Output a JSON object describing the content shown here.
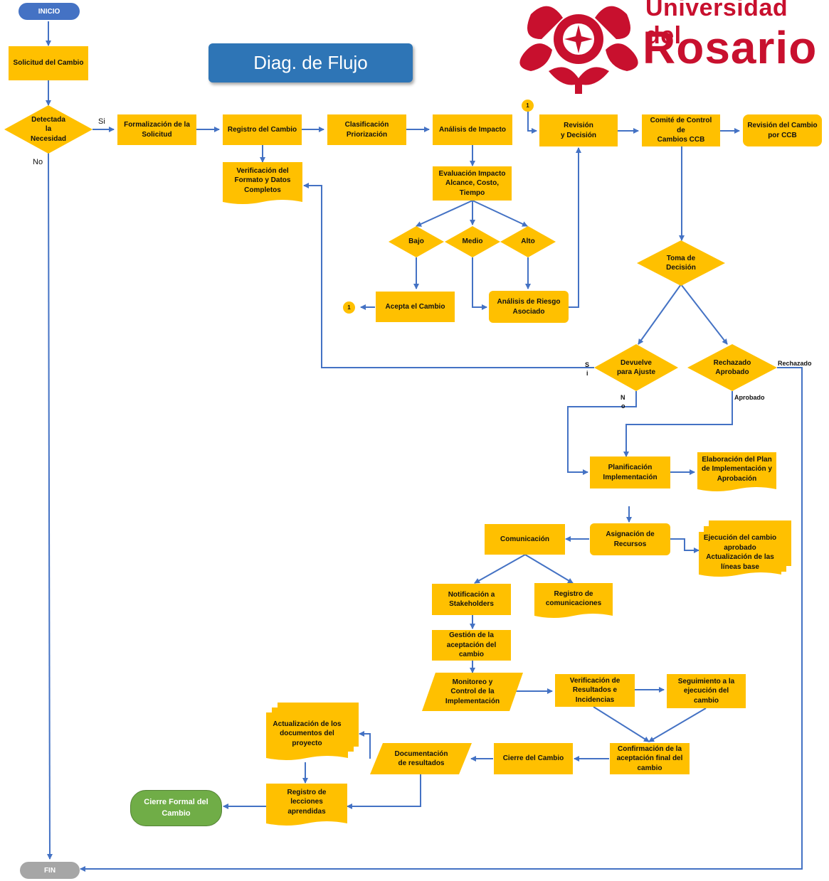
{
  "title": "Diag. de Flujo",
  "logo": {
    "line1": "Universidad del",
    "line2": "Rosario",
    "color": "#C8102E"
  },
  "colors": {
    "node": "#FFC000",
    "arrow": "#4472C4",
    "banner": "#2E75B6",
    "start": "#4472C4",
    "end": "#A6A6A6",
    "final": "#70AD47"
  },
  "terminals": {
    "start": "INICIO",
    "end": "FIN"
  },
  "nodes": {
    "solicitud": "Solicitud del Cambio",
    "detectada": "Detectada\nla\nNecesidad",
    "formalizacion": "Formalización de la\nSolicitud",
    "registro": "Registro del Cambio",
    "clasificacion": "Clasificación\nPriorización",
    "analisis_impacto": "Análisis de Impacto",
    "revision_decision": "Revisión\ny Decisión",
    "comite": "Comité de Control de\nCambios CCB",
    "revision_ccb": "Revisión del Cambio\npor  CCB",
    "verificacion_formato": "Verificación  del\nFormato y Datos\nCompletos",
    "evaluacion": "Evaluación Impacto\nAlcance, Costo,\nTiempo",
    "bajo": "Bajo",
    "medio": "Medio",
    "alto": "Alto",
    "acepta": "Acepta el Cambio",
    "riesgo": "Análisis de Riesgo\nAsociado",
    "toma_decision": "Toma de\nDecisión",
    "devuelve": "Devuelve\npara Ajuste",
    "rechazado_aprobado": "Rechazado\nAprobado",
    "planificacion": "Planificación\nImplementación",
    "elaboracion": "Elaboración del Plan\nde Implementación y\nAprobación",
    "asignacion": "Asignación de\nRecursos",
    "comunicacion": "Comunicación",
    "ejecucion": "Ejecución del cambio\naprobado\nActualización de las\nlíneas base",
    "notificacion": "Notificación a\nStakeholders",
    "registro_com": "Registro de\ncomunicaciones",
    "gestion": "Gestión de la\naceptación del cambio",
    "monitoreo": "Monitoreo y\nControl de la\nImplementación",
    "verificacion_resultados": "Verificación de\nResultados e\nIncidencias",
    "seguimiento": "Seguimiento a la\nejecución del cambio",
    "confirmacion": "Confirmación de la\naceptación final del\ncambio",
    "cierre": "Cierre del Cambio",
    "documentacion": "Documentación\nde resultados",
    "actualizacion": "Actualización de los\ndocumentos del\nproyecto",
    "lecciones": "Registro de lecciones\naprendidas",
    "cierre_formal": "Cierre Formal del\nCambio"
  },
  "connectors": {
    "c1": "1",
    "c2": "1"
  },
  "labels": {
    "si": "Si",
    "no": "No",
    "si_devuelve_s": "S",
    "si_devuelve_i": "i",
    "no_devuelve_n": "N",
    "no_devuelve_o": "o",
    "rechazado": "Rechazado",
    "aprobado": "Aprobado"
  }
}
